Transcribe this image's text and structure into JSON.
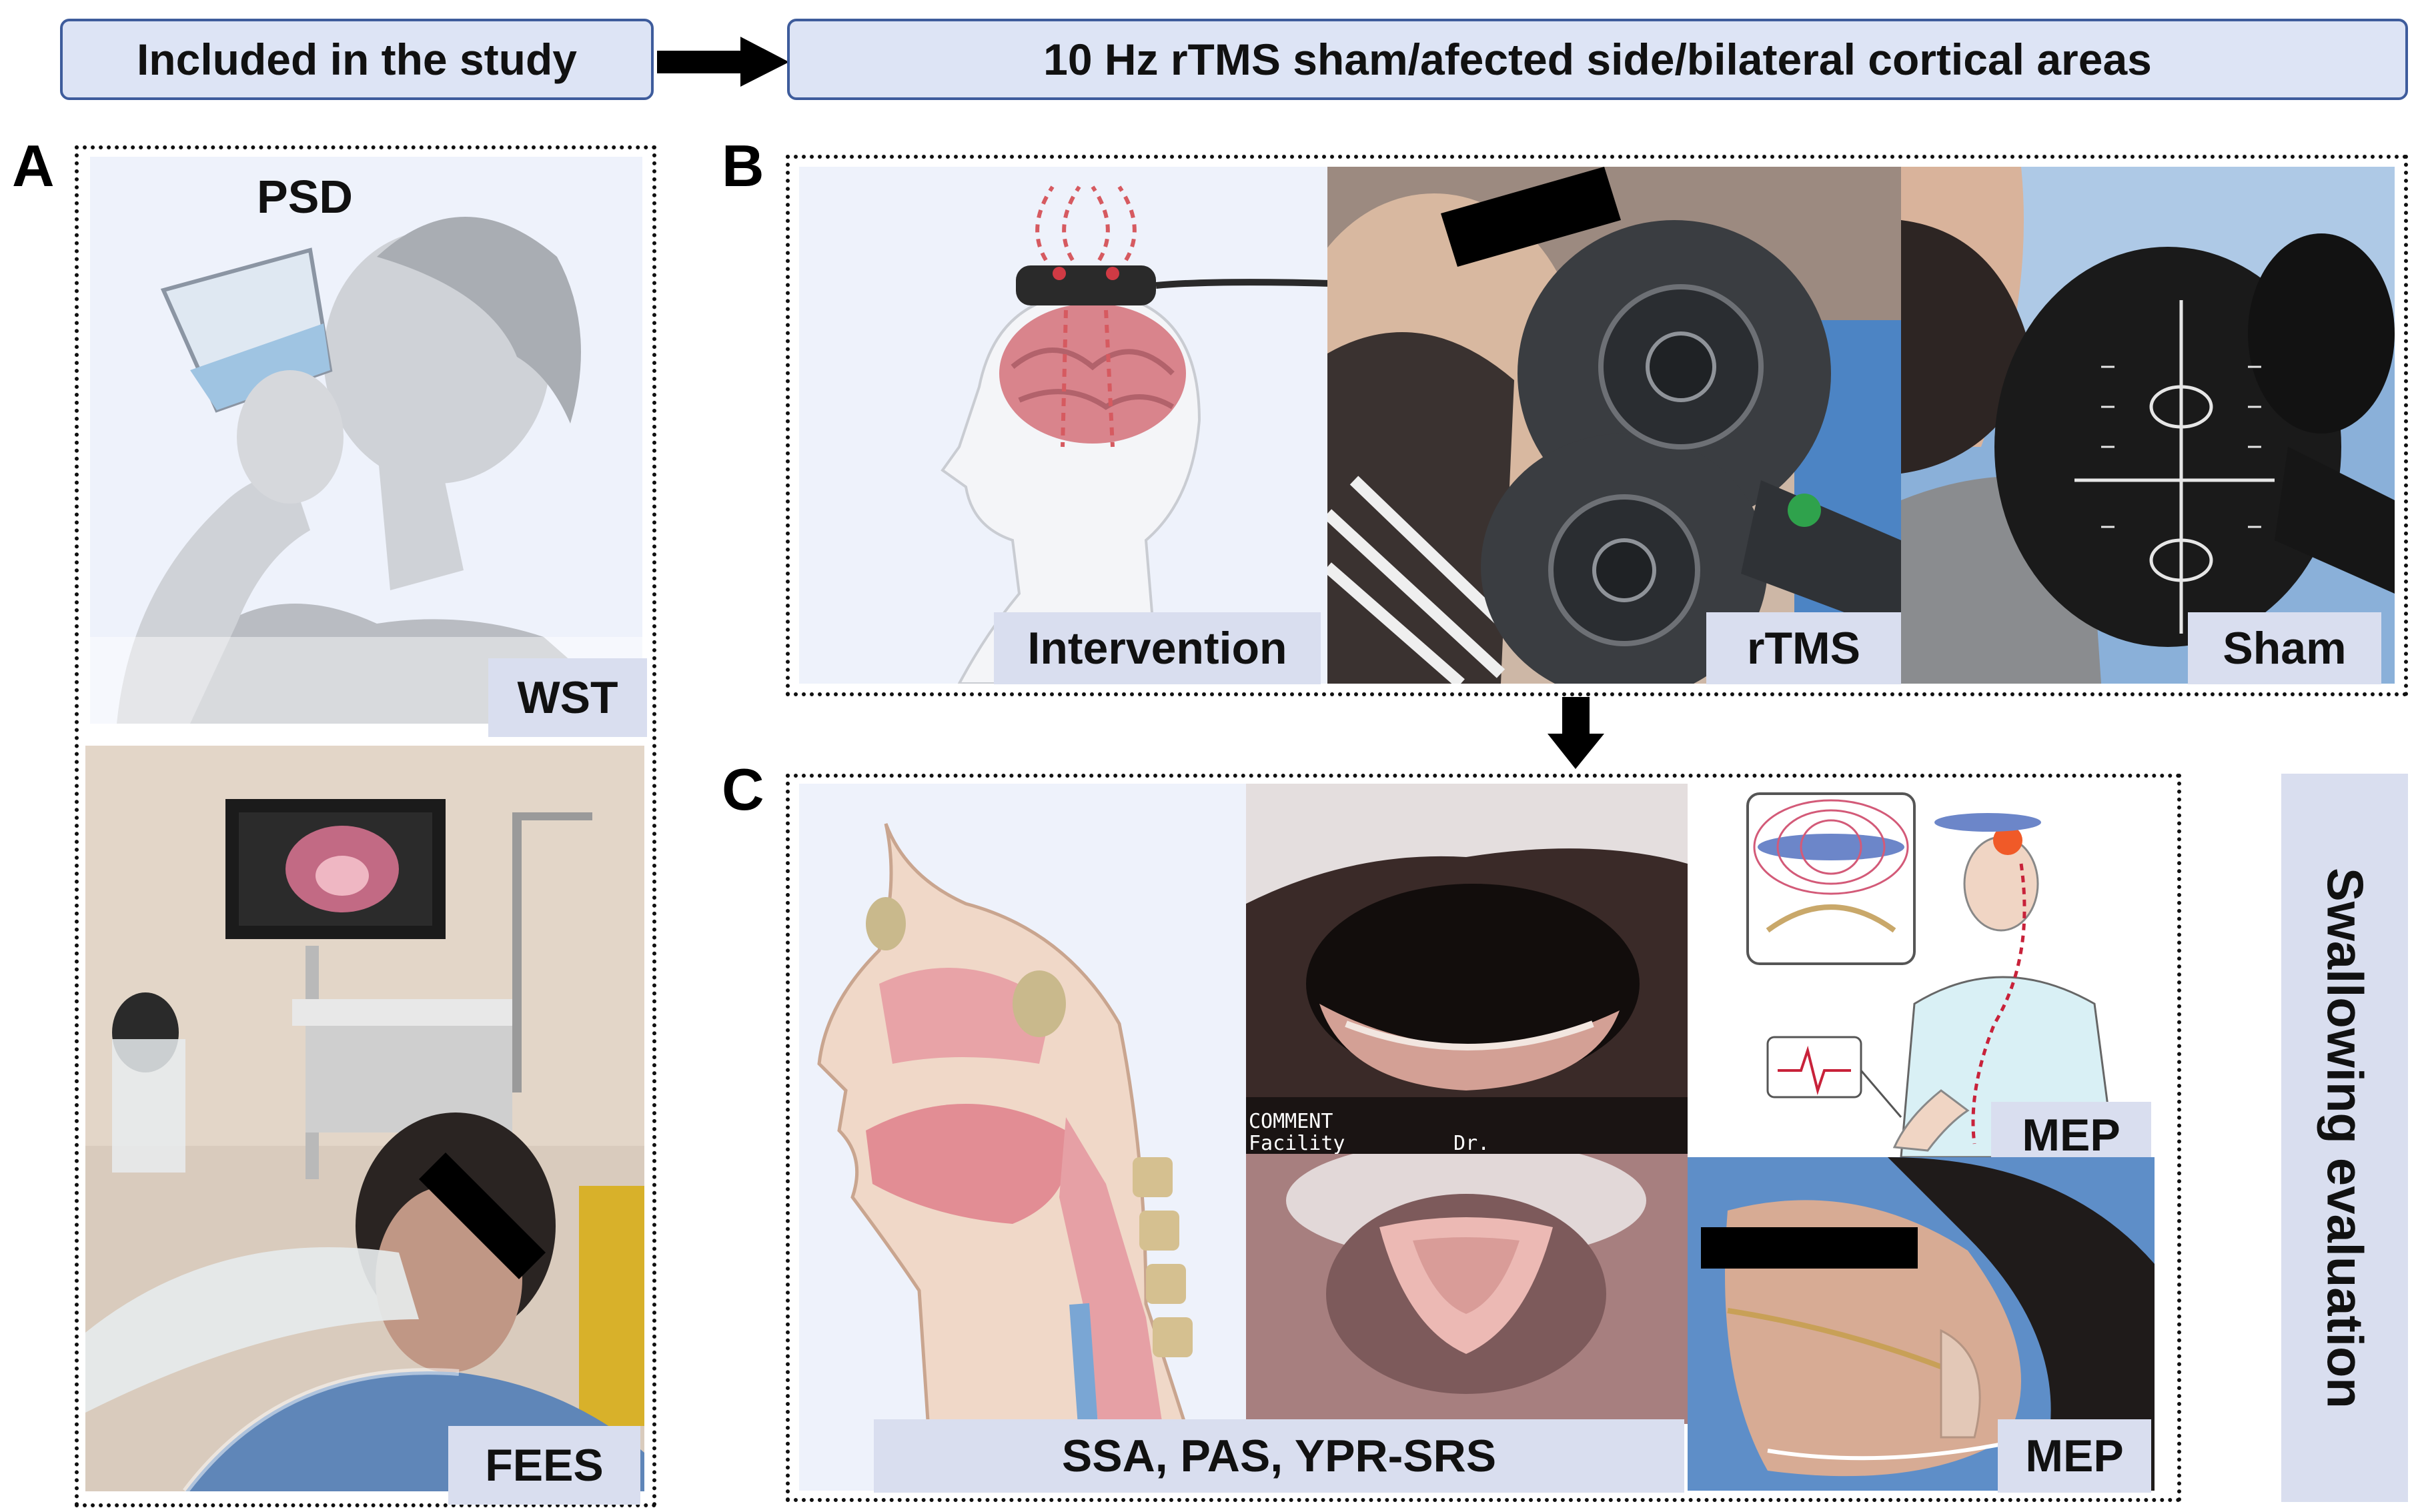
{
  "header": {
    "left_box": "Included in the study",
    "right_box": "10 Hz rTMS sham/afected side/bilateral cortical areas"
  },
  "panels": {
    "a": {
      "letter": "A",
      "top_title": "PSD",
      "top_label": "WST",
      "bottom_label": "FEES"
    },
    "b": {
      "letter": "B",
      "labels": [
        "Intervention",
        "rTMS",
        "Sham"
      ]
    },
    "c": {
      "letter": "C",
      "bottom_label": "SSA, PAS, YPR-SRS",
      "mep_top": "MEP",
      "mep_bottom": "MEP",
      "endoscope_overlay": "COMMENT\nFacility         Dr."
    }
  },
  "side_label": "Swallowing evaluation",
  "icons": [
    "right-arrow-icon",
    "down-arrow-icon"
  ],
  "colors": {
    "header_fill": "#dde4f5",
    "header_border": "#3e5c9c",
    "label_fill": "#d9deef",
    "border": "#111111"
  }
}
